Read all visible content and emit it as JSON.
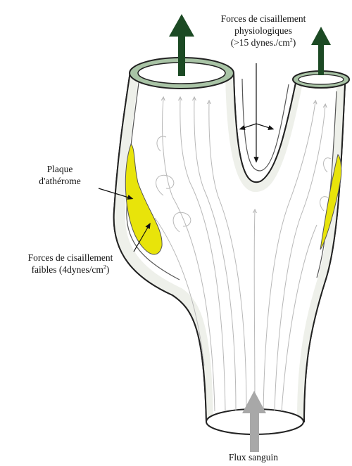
{
  "labels": {
    "high_shear": {
      "line1": "Forces de cisaillement",
      "line2": "physiologiques",
      "line3_pre": "(>15 dynes./cm",
      "line3_sup": "2",
      "line3_post": ")"
    },
    "plaque": {
      "line1": "Plaque",
      "line2": "d'athérome"
    },
    "low_shear": {
      "line1": "Forces de cisaillement",
      "line2_pre": "faibles (4dynes/cm",
      "line2_sup": "2",
      "line2_post": ")"
    },
    "flow": "Flux sanguin"
  },
  "colors": {
    "vessel_outline": "#222222",
    "vessel_wall_shading": "#9aaa9a",
    "lumen_ring": "#a9c4a6",
    "plaque_fill": "#e8e40a",
    "outflow_arrow": "#1c4a24",
    "inflow_arrow": "#a8a8a8",
    "streamline": "#b8b8b8"
  },
  "icons": {
    "outflow": "arrow-up-icon",
    "inflow": "arrow-up-icon",
    "shear_vectors": "shear-vector-icon"
  }
}
